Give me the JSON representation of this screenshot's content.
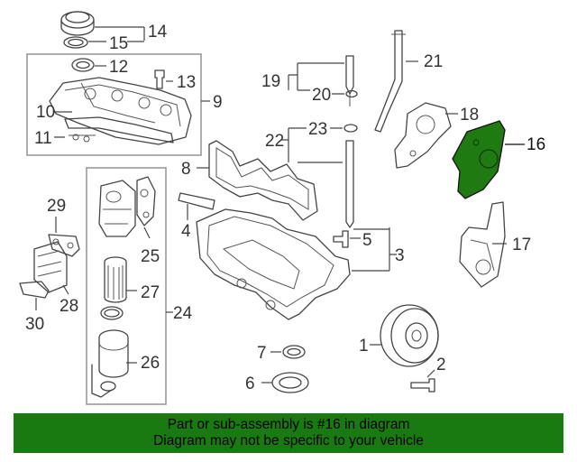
{
  "highlighted_part": "16",
  "colors": {
    "highlight": "#1a7a12",
    "banner": "#1a7a12",
    "line": "#444444"
  },
  "callouts": [
    {
      "id": "c1",
      "label": "1"
    },
    {
      "id": "c2",
      "label": "2"
    },
    {
      "id": "c3",
      "label": "3"
    },
    {
      "id": "c4",
      "label": "4"
    },
    {
      "id": "c5",
      "label": "5"
    },
    {
      "id": "c6",
      "label": "6"
    },
    {
      "id": "c7",
      "label": "7"
    },
    {
      "id": "c8",
      "label": "8"
    },
    {
      "id": "c9",
      "label": "9"
    },
    {
      "id": "c10",
      "label": "10"
    },
    {
      "id": "c11",
      "label": "11"
    },
    {
      "id": "c12",
      "label": "12"
    },
    {
      "id": "c13",
      "label": "13"
    },
    {
      "id": "c14",
      "label": "14"
    },
    {
      "id": "c15",
      "label": "15"
    },
    {
      "id": "c16",
      "label": "16"
    },
    {
      "id": "c17",
      "label": "17"
    },
    {
      "id": "c18",
      "label": "18"
    },
    {
      "id": "c19",
      "label": "19"
    },
    {
      "id": "c20",
      "label": "20"
    },
    {
      "id": "c21",
      "label": "21"
    },
    {
      "id": "c22",
      "label": "22"
    },
    {
      "id": "c23",
      "label": "23"
    },
    {
      "id": "c24",
      "label": "24"
    },
    {
      "id": "c25",
      "label": "25"
    },
    {
      "id": "c26",
      "label": "26"
    },
    {
      "id": "c27",
      "label": "27"
    },
    {
      "id": "c28",
      "label": "28"
    },
    {
      "id": "c29",
      "label": "29"
    },
    {
      "id": "c30",
      "label": "30"
    }
  ],
  "banner": {
    "line1": "Part or sub-assembly is #16 in diagram",
    "line2": "Diagram may not be specific to your vehicle"
  }
}
